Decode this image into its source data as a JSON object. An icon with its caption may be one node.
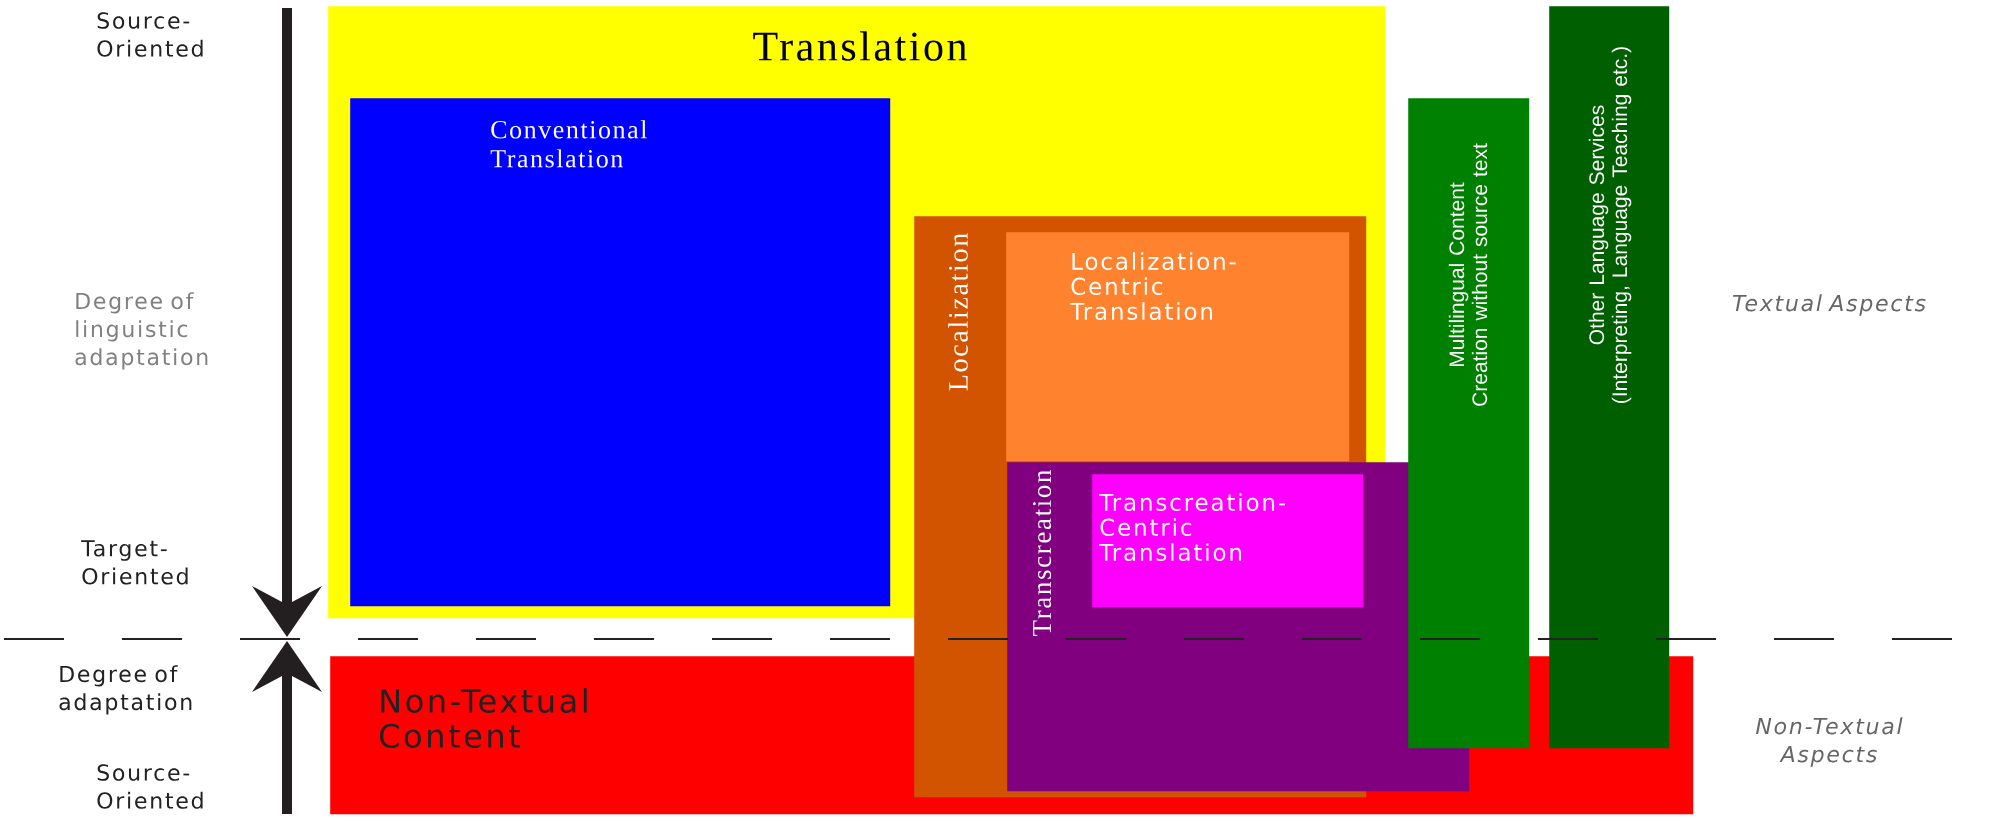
{
  "diagram": {
    "nodes": [
      {
        "text": [
          "Translation"
        ]
      },
      {
        "text": [
          "Conventional Translation"
        ],
        "in": 0
      },
      {
        "text": [
          "Localization"
        ]
      },
      {
        "text": [
          "Localization-Centric Translation"
        ]
      },
      {
        "text": [
          "Transcreation"
        ]
      },
      {
        "text": [
          "Transcreation-Centric Translation"
        ]
      },
      {
        "text": [
          "Multilingual Content Creation without source text"
        ]
      },
      {
        "text": [
          "Other Language Services (Interpreting, Language Teaching etc.)"
        ]
      },
      {
        "text": [
          "Non-Textual Content"
        ]
      }
    ],
    "labels": [
      "Source-Oriented",
      "Degree of linguistic adaptation",
      "Target-Oriented",
      "Degree of adaptation",
      "Source-Oriented",
      "Textual Aspects",
      "Non-Textual Aspects"
    ]
  }
}
